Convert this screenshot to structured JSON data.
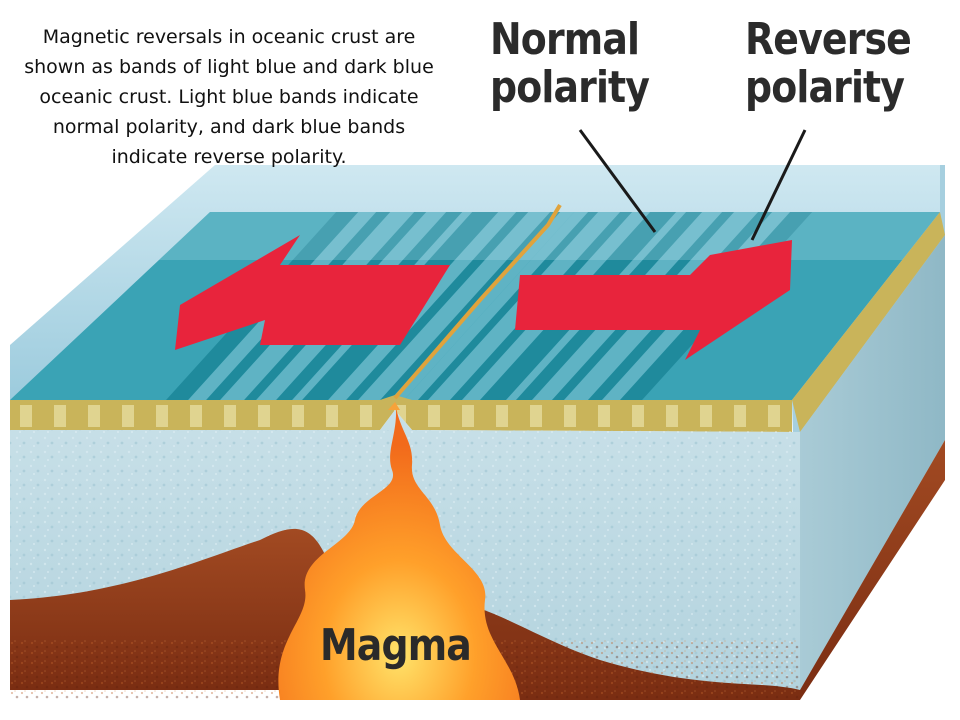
{
  "caption": "Magnetic reversals in oceanic crust are shown as bands of light blue and dark blue oceanic crust. Light blue bands indicate normal polarity, and dark blue bands indicate reverse polarity.",
  "labels": {
    "normal_line1": "Normal",
    "normal_line2": "polarity",
    "reverse_line1": "Reverse",
    "reverse_line2": "polarity",
    "magma": "Magma"
  },
  "colors": {
    "light_band": "#5fb3c4",
    "dark_band": "#1f8a9c",
    "ocean_water": "#b7dbe9",
    "arrow": "#e8243c",
    "magma": "#f47b20",
    "mantle": "#8a3a1a",
    "sediment": "#c9b45a"
  }
}
